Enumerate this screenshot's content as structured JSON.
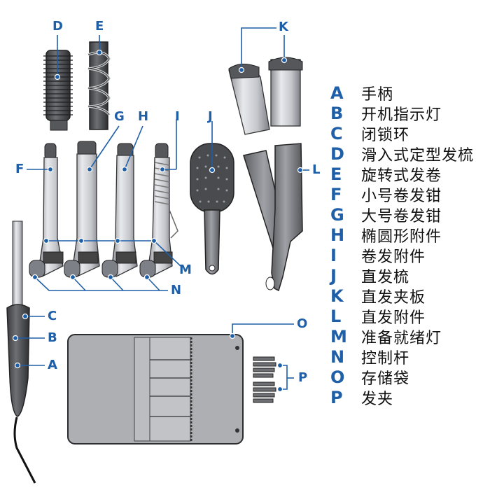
{
  "diagram": {
    "accent_color": "#1e5fa8",
    "callouts": {
      "A": "A",
      "B": "B",
      "C": "C",
      "D": "D",
      "E": "E",
      "F": "F",
      "G": "G",
      "H": "H",
      "I": "I",
      "J": "J",
      "K": "K",
      "L": "L",
      "M": "M",
      "N": "N",
      "O": "O",
      "P": "P"
    },
    "legend": [
      {
        "letter": "A",
        "label": "手柄"
      },
      {
        "letter": "B",
        "label": "开机指示灯"
      },
      {
        "letter": "C",
        "label": "闭锁环"
      },
      {
        "letter": "D",
        "label": "滑入式定型发梳"
      },
      {
        "letter": "E",
        "label": "旋转式发卷"
      },
      {
        "letter": "F",
        "label": "小号卷发钳"
      },
      {
        "letter": "G",
        "label": "大号卷发钳"
      },
      {
        "letter": "H",
        "label": "椭圆形附件"
      },
      {
        "letter": "I",
        "label": "卷发附件"
      },
      {
        "letter": "J",
        "label": "直发梳"
      },
      {
        "letter": "K",
        "label": "直发夹板"
      },
      {
        "letter": "L",
        "label": "直发附件"
      },
      {
        "letter": "M",
        "label": "准备就绪灯"
      },
      {
        "letter": "N",
        "label": "控制杆"
      },
      {
        "letter": "O",
        "label": "存储袋"
      },
      {
        "letter": "P",
        "label": "发夹"
      }
    ]
  }
}
